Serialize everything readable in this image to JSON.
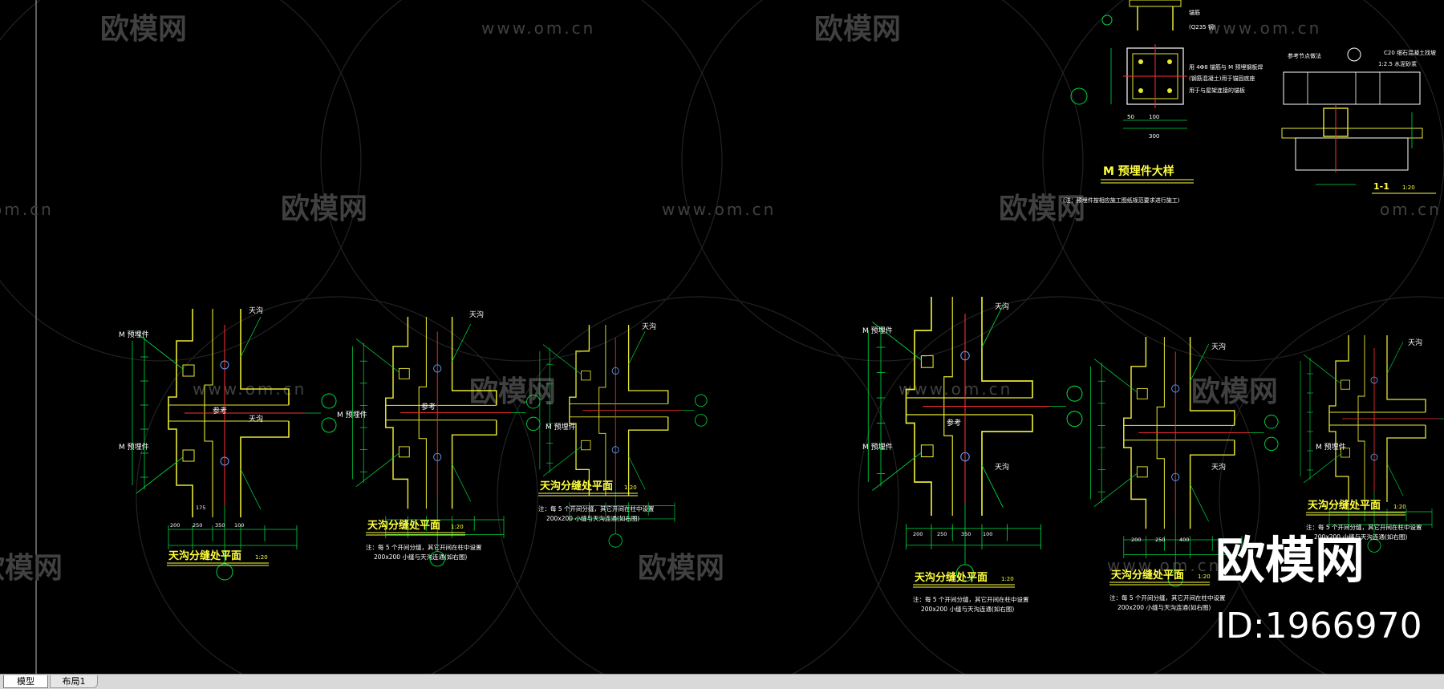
{
  "tabs": {
    "model": "模型",
    "layout1": "布局1"
  },
  "watermark": {
    "brand": "欧模网",
    "url": "www.om.cn",
    "url_partial": "om.cn"
  },
  "id_badge": {
    "brand": "欧模网",
    "id": "ID:1966970"
  },
  "drawing": {
    "left_title_1": "天沟分缝处平面",
    "left_title_2": "天沟分缝处平面",
    "left_title_3": "天沟分缝处平面",
    "right_title_1": "天沟分缝处平面",
    "right_title_2": "天沟分缝处平面",
    "right_title_3": "天沟分缝处平面",
    "scale": "1:20",
    "note_line1": "注：每 5 个开间分缝，其它开间在柱中设置",
    "note_line2": "200x200  小缝与天沟连通(如右图)",
    "label_gutter": "天沟",
    "label_embed": "M 预埋件",
    "label_ref": "参考",
    "embed_title": "M 预埋件大样",
    "embed_note": "(注：预埋件按相应施工图纸规范要求进行施工)",
    "embed_label1": "(Q235 钢)",
    "embed_label2": "锚筋",
    "embed_label3": "用 4Φ8 锚筋与 M 预埋钢板焊",
    "embed_label4": "(钢筋混凝土)用于锚固底座",
    "embed_label5": "用于与屋架连接的锚板",
    "section_label": "1-1",
    "section_ref": "参考节点做法",
    "section_note1": "C20 细石混凝土找坡",
    "section_note2": "1:2.5 水泥砂浆",
    "dim_a": "200",
    "dim_b": "250",
    "dim_c": "100",
    "dim_d": "175",
    "dim_e": "350",
    "dim_f": "300",
    "dim_g": "50",
    "dim_h": "400"
  },
  "colors": {
    "background": "#000000",
    "dim": "#00e040",
    "wall": "#ffff40",
    "axis": "#ff3030",
    "text": "#ffffff",
    "watermark": "#3a3a3a"
  }
}
